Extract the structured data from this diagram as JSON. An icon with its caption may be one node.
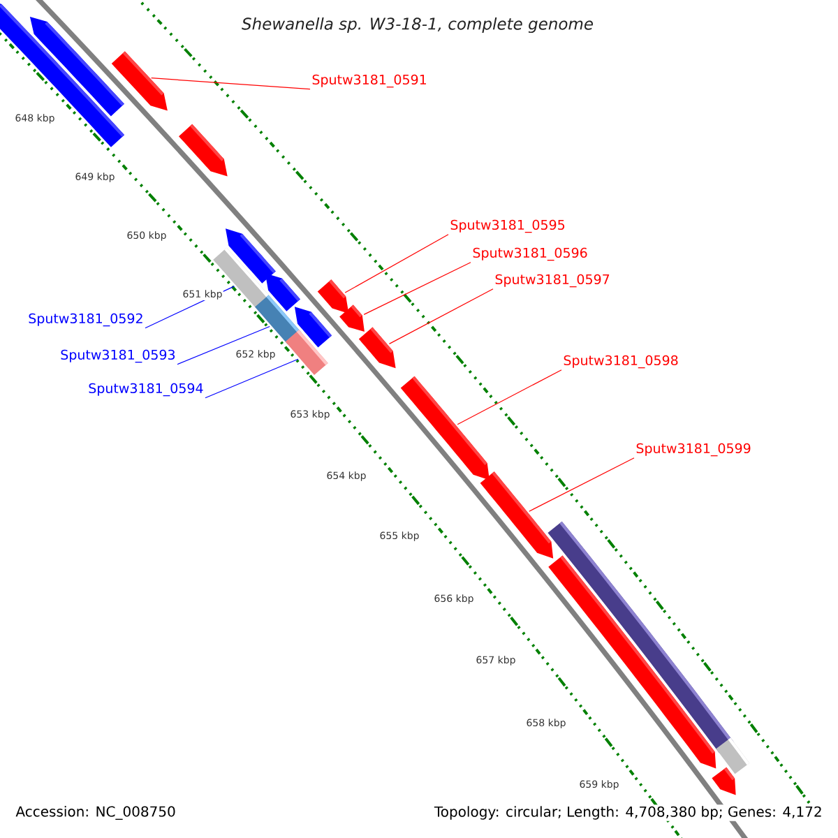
{
  "diagram": {
    "title": "Shewanella sp. W3-18-1, complete genome",
    "nodes": [
      {
        "text": [
          "Sputw3181_0591"
        ]
      },
      {
        "text": [],
        "shape": "pentagon"
      },
      {
        "text": [
          "Sputw3181_0595"
        ]
      },
      {
        "text": [],
        "shape": "pentagon"
      },
      {
        "text": [
          "Sputw3181_0596"
        ]
      },
      {
        "text": [],
        "shape": "pentagon"
      },
      {
        "text": [
          "Sputw3181_0597"
        ]
      },
      {
        "text": [],
        "shape": "pentagon"
      },
      {
        "text": [
          "Sputw3181_0592"
        ]
      },
      {
        "text": [],
        "shape": "bar"
      },
      {
        "text": [
          "Sputw3181_0593"
        ]
      },
      {
        "text": [],
        "shape": "bar"
      },
      {
        "text": [
          "Sputw3181_0594"
        ]
      },
      {
        "text": [],
        "shape": "bar"
      },
      {
        "text": [
          "Sputw3181_0598"
        ]
      },
      {
        "text": [],
        "shape": "pentagon"
      },
      {
        "text": [
          "Sputw3181_0599"
        ]
      },
      {
        "text": [],
        "shape": "pentagon"
      },
      {
        "text": [],
        "shape": "pentagon"
      },
      {
        "text": [],
        "shape": "pentagon"
      },
      {
        "text": [],
        "shape": "pentagon"
      },
      {
        "text": [],
        "shape": "pentagon"
      },
      {
        "text": [],
        "shape": "pentagon"
      },
      {
        "text": [],
        "shape": "pentagon"
      },
      {
        "text": [],
        "shape": "pentagon"
      },
      {
        "text": [],
        "shape": "bar"
      },
      {
        "text": [],
        "shape": "pentagon"
      },
      {
        "text": [],
        "shape": "bar"
      }
    ],
    "edges": [
      {
        "from": 0,
        "to": 1,
        "arrow": "none"
      },
      {
        "from": 2,
        "to": 3,
        "arrow": "none"
      },
      {
        "from": 4,
        "to": 5,
        "arrow": "none"
      },
      {
        "from": 6,
        "to": 7,
        "arrow": "none"
      },
      {
        "from": 8,
        "to": 9,
        "arrow": "none",
        "color": "#0000ff"
      },
      {
        "from": 10,
        "to": 11,
        "arrow": "none",
        "color": "#0000ff"
      },
      {
        "from": 12,
        "to": 13,
        "arrow": "none",
        "color": "#0000ff"
      },
      {
        "from": 14,
        "to": 15,
        "arrow": "none"
      },
      {
        "from": 16,
        "to": 17,
        "arrow": "none"
      }
    ],
    "labels": [
      "648 kbp",
      "649 kbp",
      "650 kbp",
      "651 kbp",
      "652 kbp",
      "653 kbp",
      "654 kbp",
      "655 kbp",
      "656 kbp",
      "657 kbp",
      "658 kbp",
      "659 kbp",
      "Accession: NC_008750",
      "Topology: circular; Length: 4,708,380 bp; Genes: 4,172"
    ]
  }
}
